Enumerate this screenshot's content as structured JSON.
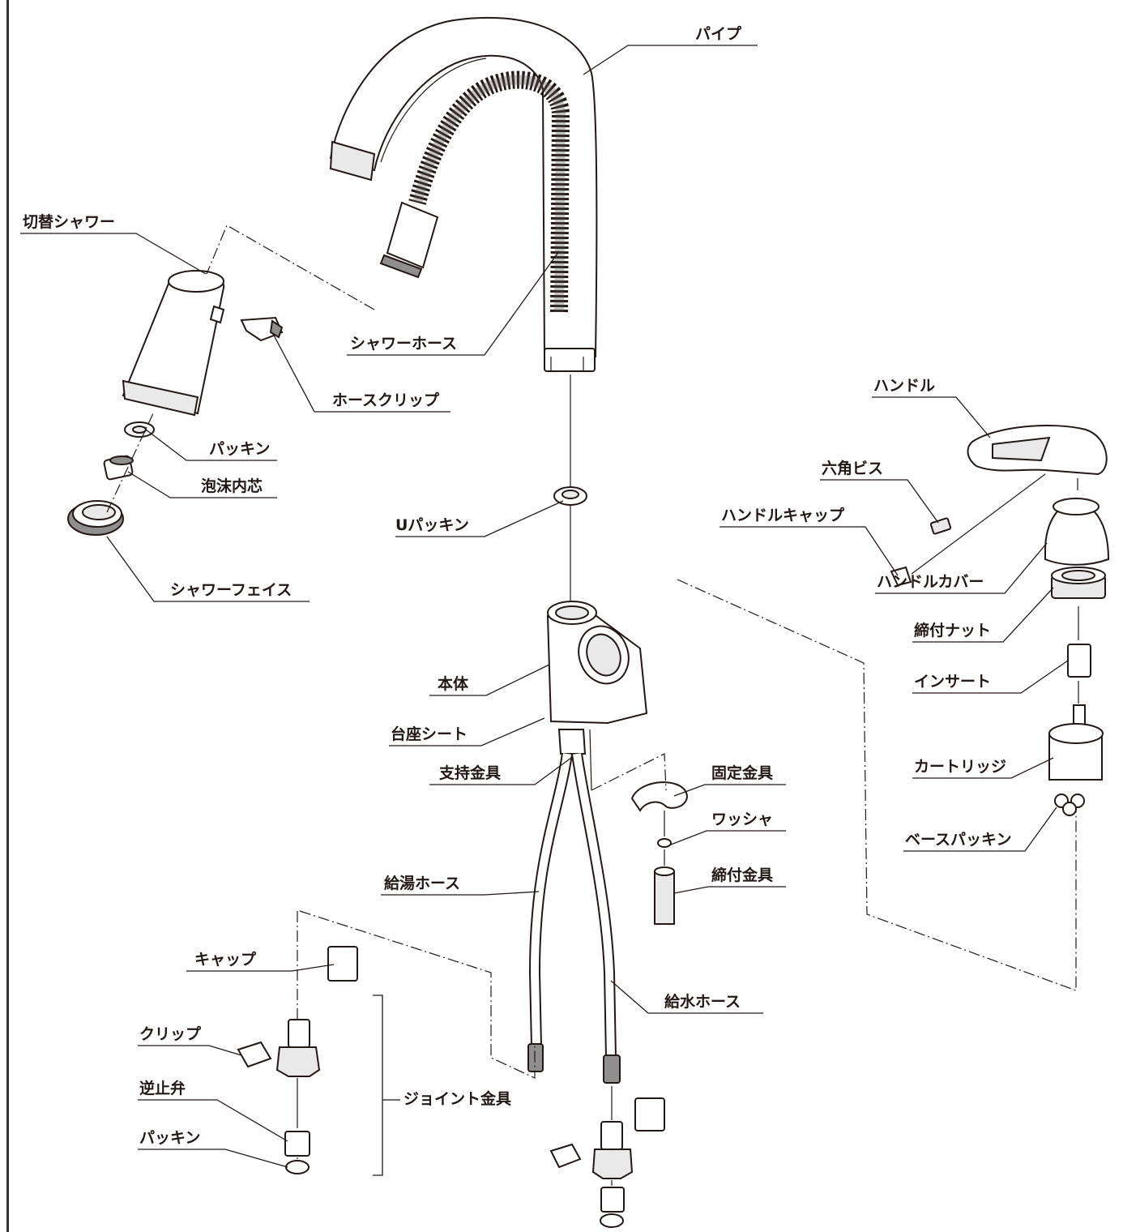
{
  "labels": {
    "pipe": "パイプ",
    "switch_shower": "切替シャワー",
    "shower_hose": "シャワーホース",
    "hose_clip": "ホースクリップ",
    "packing_shower": "パッキン",
    "foam_core": "泡沫内芯",
    "shower_face": "シャワーフェイス",
    "u_packing": "Uパッキン",
    "handle": "ハンドル",
    "hex_screw": "六角ビス",
    "handle_cap": "ハンドルキャップ",
    "handle_cover": "ハンドルカバー",
    "tightening_nut": "締付ナット",
    "insert": "インサート",
    "cartridge": "カートリッジ",
    "base_packing": "ベースパッキン",
    "body": "本体",
    "base_sheet": "台座シート",
    "support_fitting": "支持金具",
    "fixing_fitting": "固定金具",
    "washer": "ワッシャ",
    "tightening_fitting": "締付金具",
    "hot_hose": "給湯ホース",
    "cold_hose": "給水ホース",
    "cap": "キャップ",
    "clip": "クリップ",
    "check_valve": "逆止弁",
    "packing_joint": "パッキン",
    "joint_fitting": "ジョイント金具"
  }
}
